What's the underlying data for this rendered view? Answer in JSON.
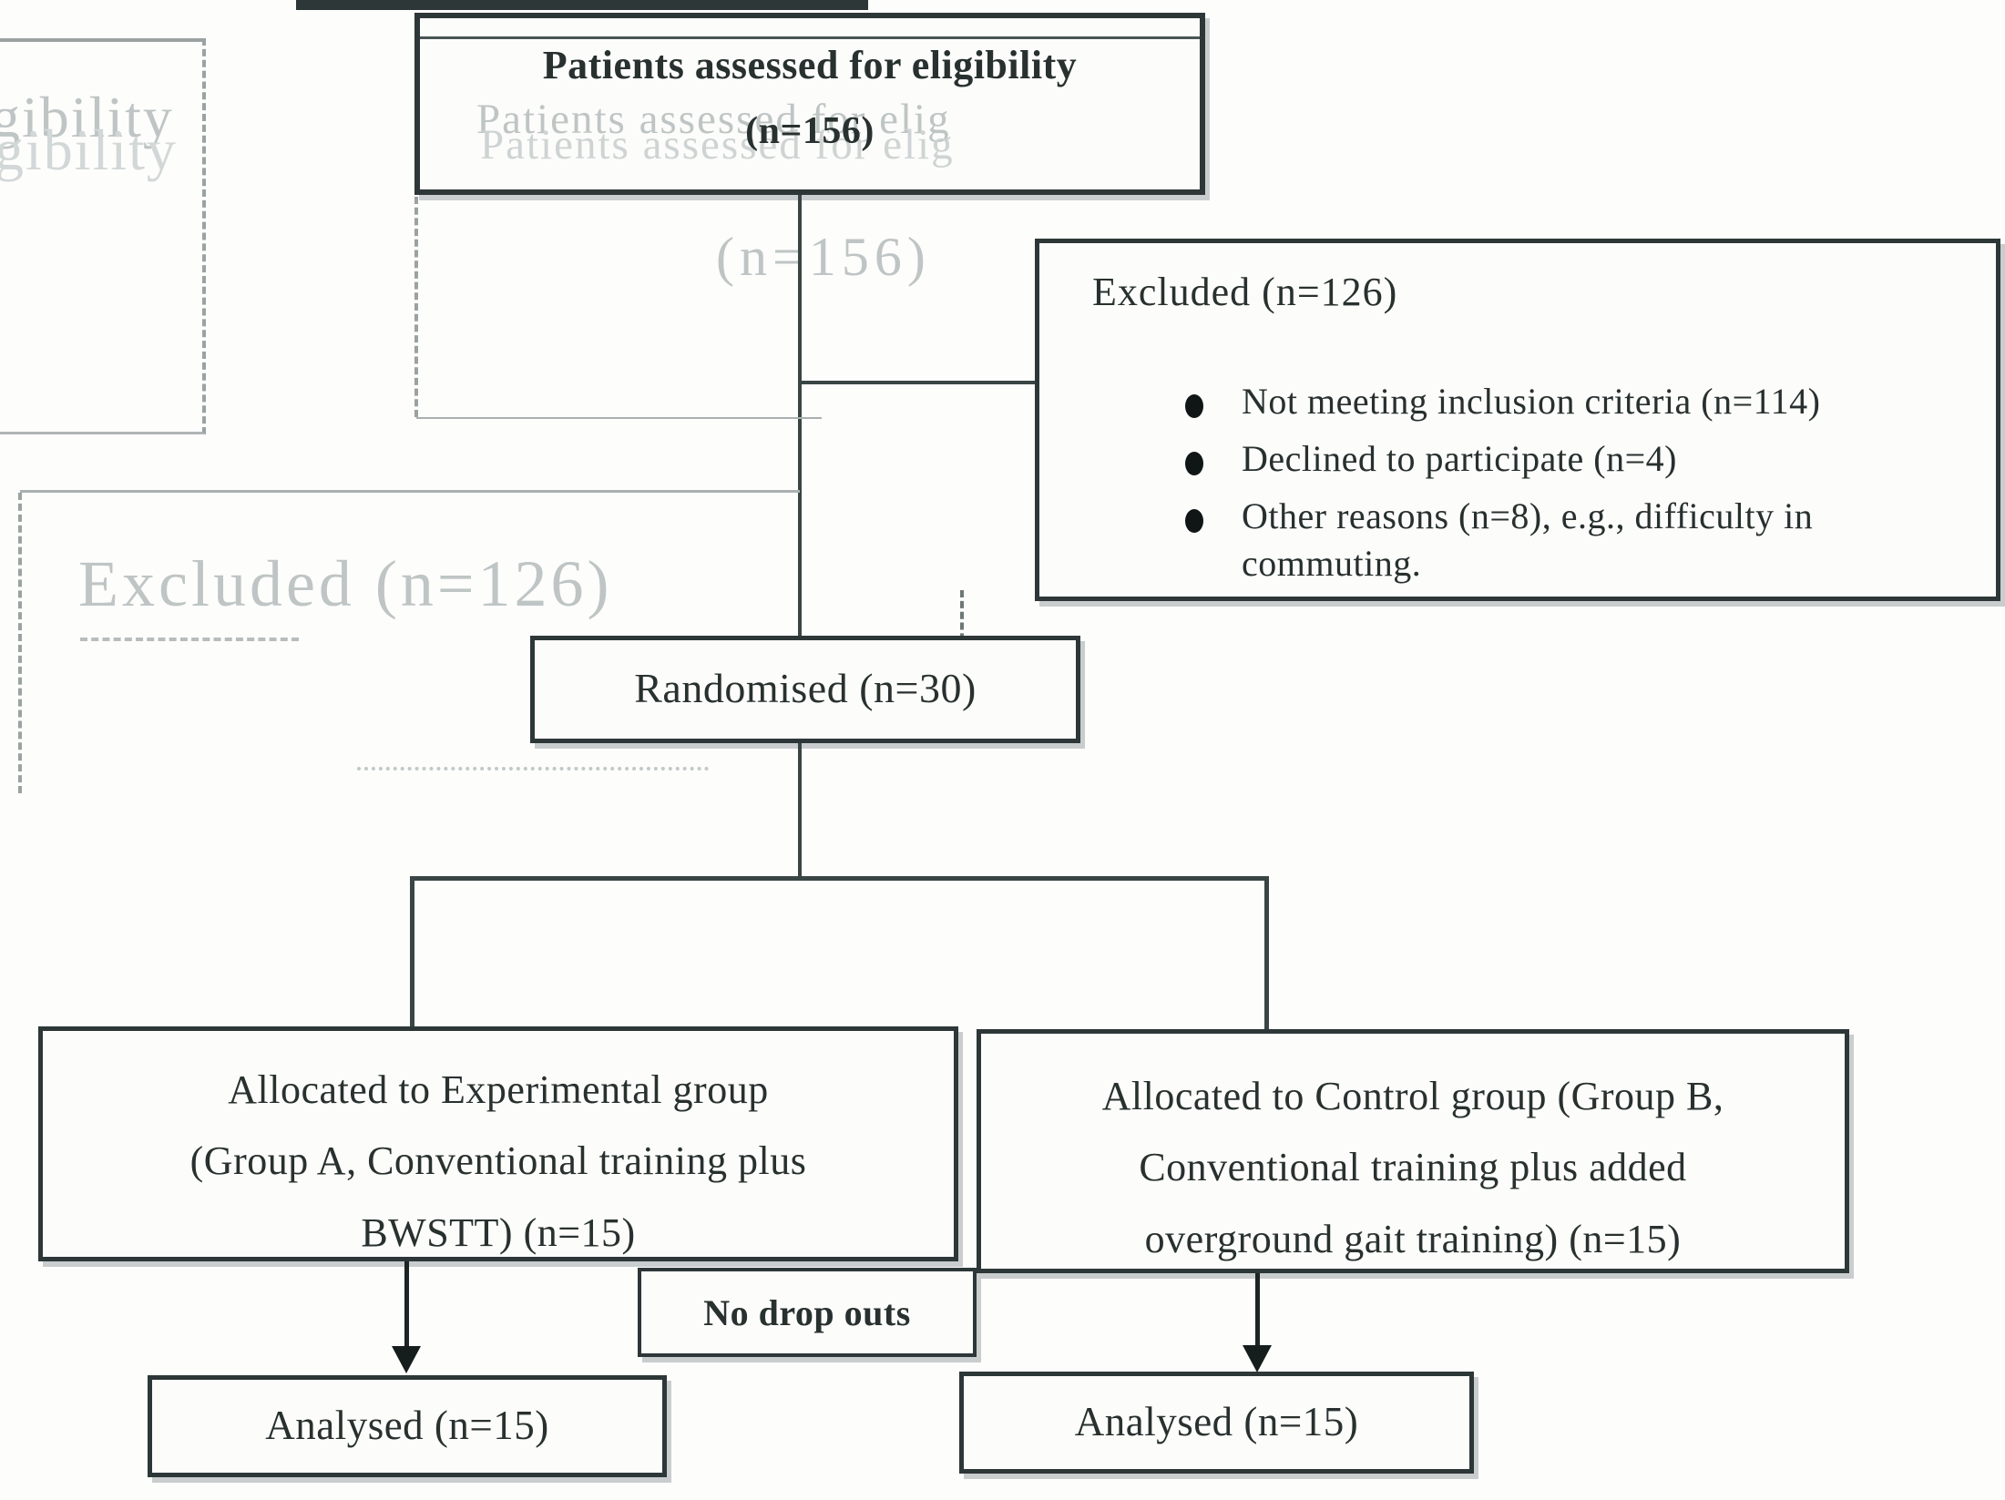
{
  "diagram": {
    "assessed_box": {
      "line1": "Patients assessed for eligibility",
      "line2": "(n=156)"
    },
    "excluded_box": {
      "title": "Excluded (n=126)",
      "bullets": [
        "Not meeting inclusion criteria (n=114)",
        "Declined to participate (n=4)",
        "Other reasons (n=8), e.g., difficulty in commuting."
      ]
    },
    "randomised_box": {
      "label": "Randomised (n=30)"
    },
    "experimental_box": {
      "line1": "Allocated to Experimental group",
      "line2": "(Group A, Conventional training plus",
      "line3": "BWSTT) (n=15)"
    },
    "control_box": {
      "line1": "Allocated to Control group (Group B,",
      "line2": "Conventional training plus added",
      "line3": "overground gait training) (n=15)"
    },
    "no_dropouts_box": {
      "label": "No drop outs"
    },
    "analysed_experimental_box": {
      "label": "Analysed (n=15)"
    },
    "analysed_control_box": {
      "label": "Analysed (n=15)"
    },
    "ghost_artifacts": {
      "top_left_fragment": "gibility",
      "assessed_echo": "Patients assessed for elig",
      "n_echo": "(n=156)",
      "excluded_echo": "Excluded (n=126)"
    },
    "colors": {
      "ink": "#2d3737",
      "ghost": "#bfc5c5",
      "background": "#fdfdfc"
    }
  }
}
